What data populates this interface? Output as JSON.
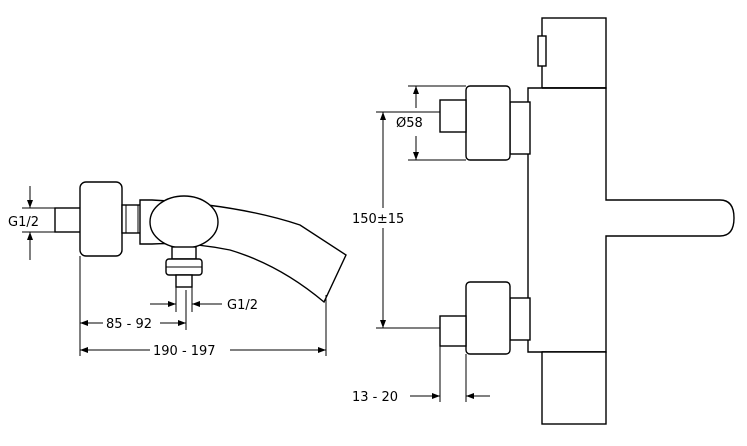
{
  "diagram": {
    "labels": {
      "g_left_vertical": "G1/2",
      "g_spout_bottom": "G1/2",
      "dim_85_92": "85 - 92",
      "dim_190_197": "190 - 197",
      "dim_diameter": "Ø58",
      "dim_150": "150±15",
      "dim_13_20": "13 - 20"
    },
    "colors": {
      "ink": "#000000",
      "background": "#ffffff"
    }
  }
}
